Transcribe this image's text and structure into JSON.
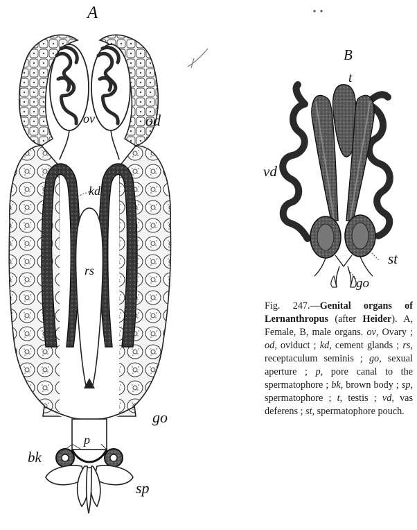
{
  "figure": {
    "panel_a": {
      "title": "A",
      "labels": {
        "ov": "ov",
        "od": "od",
        "kd": "kd",
        "rs": "rs",
        "go": "go",
        "p": "p",
        "bk": "bk",
        "sp": "sp"
      }
    },
    "panel_b": {
      "title": "B",
      "labels": {
        "t": "t",
        "vd": "vd",
        "st": "st",
        "go": "go"
      }
    },
    "caption": {
      "fig_no": "Fig. 247.",
      "heading": "Genital organs of Lernanthropus",
      "after": "(after",
      "author": "Heider",
      "panels": "). A, Female, B, male organs.",
      "legend": [
        {
          "abbr": "ov",
          "text": ", Ovary ; "
        },
        {
          "abbr": "od",
          "text": ", oviduct ; "
        },
        {
          "abbr": "kd",
          "text": ", cement glands ; "
        },
        {
          "abbr": "rs",
          "text": ", receptaculum seminis ; "
        },
        {
          "abbr": "go",
          "text": ", sexual aperture ; "
        },
        {
          "abbr": "p",
          "text": ", pore canal to the spermatophore ; "
        },
        {
          "abbr": "bk",
          "text": ", brown body ; "
        },
        {
          "abbr": "sp",
          "text": ", spermatophore ; "
        },
        {
          "abbr": "t",
          "text": ", testis ; "
        },
        {
          "abbr": "vd",
          "text": ", vas deferens ; "
        },
        {
          "abbr": "st",
          "text": ", spermatophore pouch."
        }
      ]
    }
  }
}
